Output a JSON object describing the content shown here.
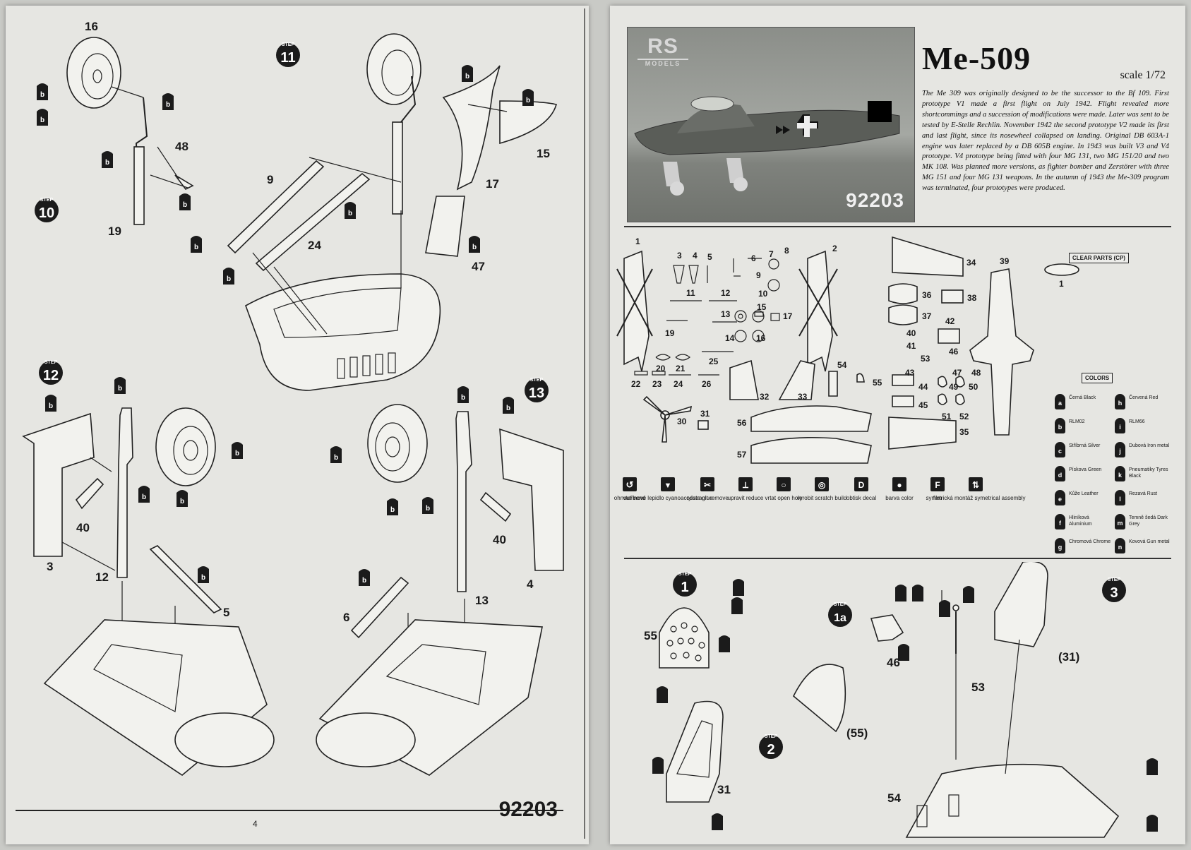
{
  "left_page": {
    "page_number": "4",
    "kit_number": "92203",
    "step_label": "STEP",
    "steps": [
      "10",
      "11",
      "12",
      "13"
    ],
    "part_numbers": [
      "16",
      "48",
      "19",
      "9",
      "24",
      "47",
      "15",
      "17",
      "3",
      "12",
      "40",
      "5",
      "6",
      "13",
      "40",
      "4"
    ],
    "tag_letter": "b"
  },
  "right_page": {
    "brand": {
      "logo": "RS",
      "sub": "MODELS"
    },
    "photo_kit_number": "92203",
    "title": "Me-509",
    "scale": "scale 1/72",
    "description": "The Me 309 was originally designed to be the successor to the Bf 109. First prototype V1 made a first flight on July 1942. Flight revealed more shortcommings and a succession of modifications were made. Later was sent to be tested by E-Stelle Rechlin. November 1942 the second prototype V2 made its first and last flight, since its nosewheel collapsed on landing. Original DB 603A-1 engine was later replaced by a DB 605B engine. In 1943 was built V3 and V4 prototype. V4 prototype being fitted with four MG 131, two MG 151/20 and two MK 108. Was planned more versions, as fighter bomber and Zerstörer with three MG 151 and four MG 131 weapons. In the autumn of 1943 the Me-309 program was terminated, four prototypes were produced.",
    "clear_parts_label": "CLEAR PARTS (CP)",
    "colors_label": "COLORS",
    "sprue_numbers": [
      "1",
      "3",
      "4",
      "5",
      "6",
      "7",
      "8",
      "9",
      "10",
      "11",
      "12",
      "13",
      "14",
      "15",
      "16",
      "17",
      "19",
      "20",
      "21",
      "22",
      "23",
      "24",
      "25",
      "26",
      "30",
      "31",
      "2",
      "32",
      "33",
      "54",
      "55",
      "56",
      "57",
      "34",
      "36",
      "38",
      "37",
      "40",
      "41",
      "42",
      "53",
      "46",
      "43",
      "47",
      "48",
      "44",
      "49",
      "50",
      "45",
      "51",
      "52",
      "35",
      "39",
      "1"
    ],
    "colors": [
      {
        "tag": "a",
        "label": "Černá Black"
      },
      {
        "tag": "b",
        "label": "RLM02"
      },
      {
        "tag": "c",
        "label": "Stříbrná Silver"
      },
      {
        "tag": "d",
        "label": "Pískova Green"
      },
      {
        "tag": "e",
        "label": "Kůže Leather"
      },
      {
        "tag": "f",
        "label": "Hliníková Aluminium"
      },
      {
        "tag": "g",
        "label": "Chromová Chrome"
      },
      {
        "tag": "h",
        "label": "Červená Red"
      },
      {
        "tag": "i",
        "label": "RLM66"
      },
      {
        "tag": "j",
        "label": "Dubová Iron metal"
      },
      {
        "tag": "k",
        "label": "Pneumatiky Tyres Black"
      },
      {
        "tag": "l",
        "label": "Rezavá Rust"
      },
      {
        "tag": "m",
        "label": "Temně šedá Dark Grey"
      },
      {
        "tag": "n",
        "label": "Kovová Gun metal"
      }
    ],
    "legend_icons": [
      {
        "symbol": "↺",
        "label": "ohnout bend"
      },
      {
        "symbol": "▼",
        "label": "vteřinové lepidlo cyanoacrylate glue"
      },
      {
        "symbol": "✂",
        "label": "odstranit remove"
      },
      {
        "symbol": "⟂",
        "label": "upravit reduce"
      },
      {
        "symbol": "○",
        "label": "vrtat open hole"
      },
      {
        "symbol": "◎",
        "label": "vyrobit scratch build"
      },
      {
        "symbol": "D",
        "label": "obtisk decal"
      },
      {
        "symbol": "●",
        "label": "barva color"
      },
      {
        "symbol": "F",
        "label": "film"
      },
      {
        "symbol": "⇅",
        "label": "symetrická montáž symetrical assembly"
      }
    ],
    "steps": [
      "1",
      "1a",
      "2",
      "3"
    ],
    "assembly_numbers": [
      "55",
      "46",
      "(55)",
      "53",
      "(31)",
      "31",
      "54"
    ]
  }
}
